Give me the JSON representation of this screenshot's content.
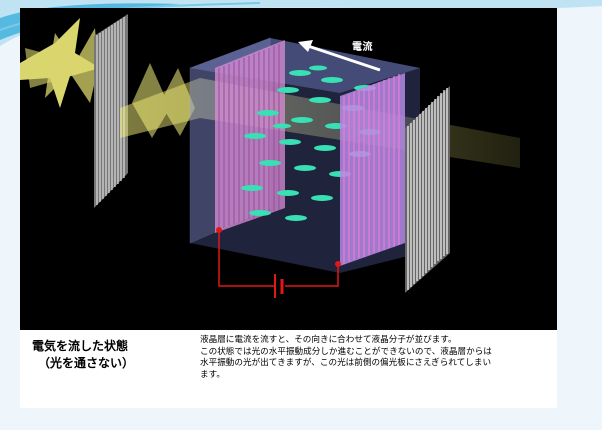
{
  "diagram": {
    "current_label": "電流"
  },
  "caption": {
    "title_lines": [
      "電気を流した状態",
      "（光を通さない）"
    ],
    "body_lines": [
      "液晶層に電流を流すと、その向きに合わせて液晶分子が並びます。",
      "この状態では光の水平振動成分しか進むことができないので、液晶層からは",
      "水平振動の光が出てきますが、この光は前側の偏光板にさえぎられてしまい",
      "ます。"
    ]
  },
  "colors": {
    "background": "#000000",
    "light_beam": "#f2ee7a",
    "molecule": "#38e0b4",
    "electrode_rear": "#d98fd6",
    "electrode_front": "#b58ae6",
    "circuit": "#e01818",
    "slide_accent": "#2aa6d6"
  },
  "icons": {
    "arrow": "left-arrow-icon",
    "battery": "battery-icon"
  }
}
